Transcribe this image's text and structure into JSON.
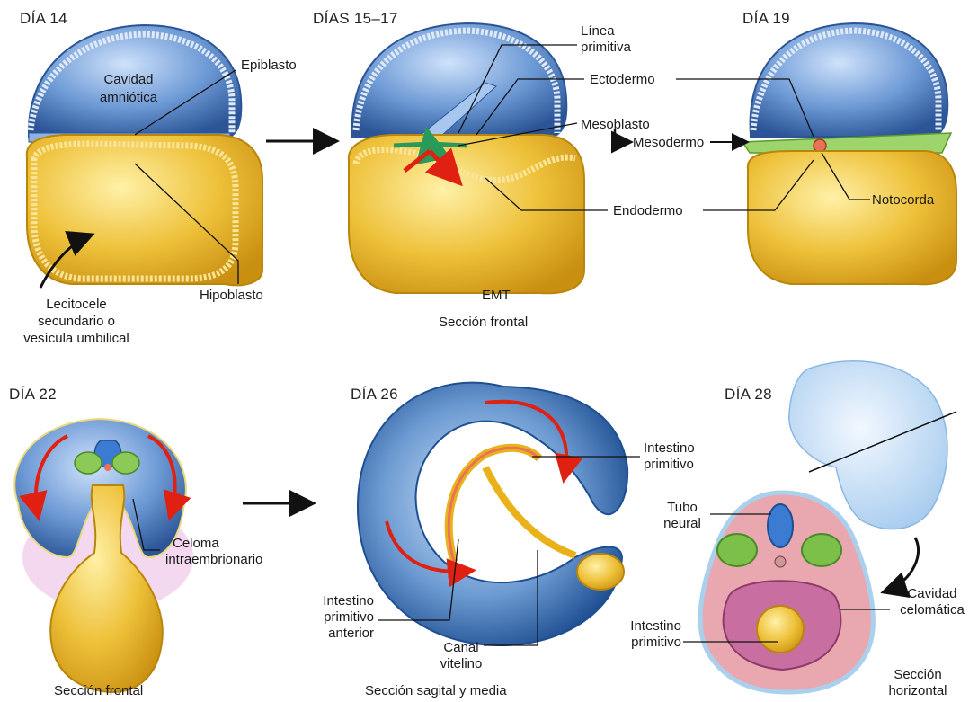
{
  "panel_top_left": {
    "day": "DÍA 14",
    "cavity": [
      "Cavidad",
      "amniótica"
    ],
    "epiblast": "Epiblasto",
    "hypoblast": "Hipoblasto",
    "yolk": [
      "Lecitocele",
      "secundario o",
      "vesícula umbilical"
    ]
  },
  "panel_top_middle": {
    "day": "DÍAS 15–17",
    "primitive_line": [
      "Línea",
      "primitiva"
    ],
    "ectoderm": "Ectodermo",
    "mesoblast": "Mesoblasto",
    "endoderm": "Endodermo",
    "emt": "EMT",
    "section": "Sección frontal"
  },
  "panel_top_right": {
    "day": "DÍA 19",
    "mesoderm": "Mesodermo",
    "notochord": "Notocorda"
  },
  "panel_bottom_left": {
    "day": "DÍA 22",
    "coelom": [
      "Celoma",
      "intraembrionario"
    ],
    "section": "Sección frontal"
  },
  "panel_bottom_middle": {
    "day": "DÍA 26",
    "gut": [
      "Intestino",
      "primitivo"
    ],
    "foregut": [
      "Intestino",
      "primitivo",
      "anterior"
    ],
    "vitelline": [
      "Canal",
      "vitelino"
    ],
    "section": "Sección sagital y media"
  },
  "panel_bottom_right": {
    "day": "DÍA 28",
    "neural_tube": [
      "Tubo",
      "neural"
    ],
    "coelomic": [
      "Cavidad",
      "celomática"
    ],
    "gut": [
      "Intestino",
      "primitivo"
    ],
    "section": [
      "Sección",
      "horizontal"
    ]
  },
  "colors": {
    "amnion_blue": "#3f6fb8",
    "yolk_yellow": "#e8b520",
    "mesoderm_green": "#7cc04a",
    "arrow_red": "#e02010",
    "coelom_pink": "#e9a0a8"
  }
}
